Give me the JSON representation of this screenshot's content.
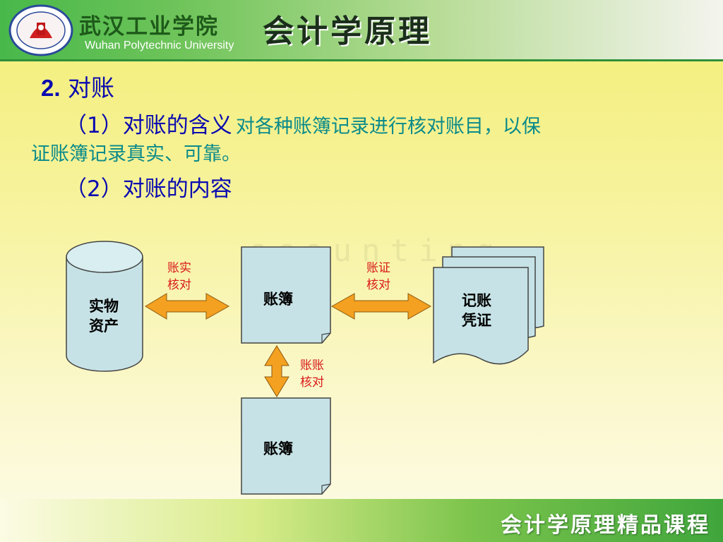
{
  "header": {
    "school_name_cn": "武汉工业学院",
    "school_name_en": "Wuhan Polytechnic University",
    "course_title": "会计学原理"
  },
  "content": {
    "heading_num": "2.",
    "heading_text": "对账",
    "item1_title": "（1）对账的含义",
    "item1_def_part1": "对各种账簿记录进行核对账目，以保",
    "item1_def_part2": "证账簿记录真实、可靠。",
    "item2_title": "（2）对账的内容"
  },
  "diagram": {
    "physical_assets": "实物资产",
    "ledger_top": "账簿",
    "vouchers": "记账凭证",
    "ledger_bottom": "账簿",
    "rel_account_reality": "账实核对",
    "rel_account_voucher": "账证核对",
    "rel_account_account": "账账核对"
  },
  "footer": {
    "text": "会计学原理精品课程"
  },
  "colors": {
    "title_blue": "#0a0ab0",
    "definition_teal": "#0a8a8a",
    "relation_red": "#d81818",
    "shape_fill": "#c6e2e6",
    "arrow_orange": "#f4a020"
  }
}
